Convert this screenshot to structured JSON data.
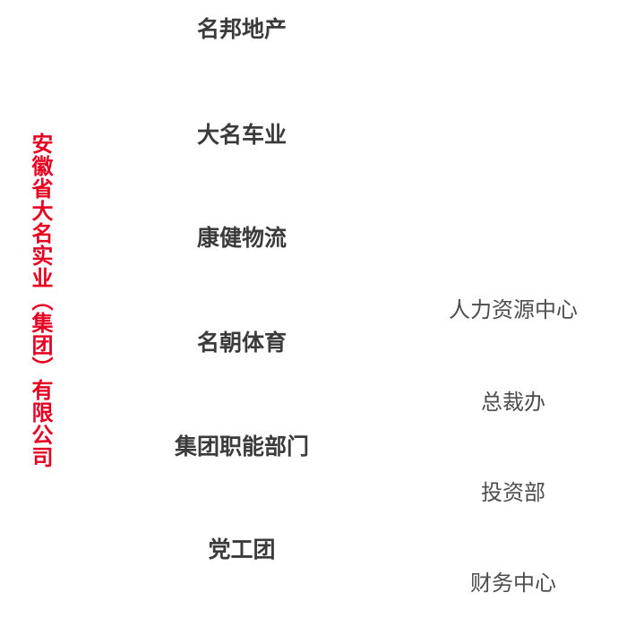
{
  "org_chart": {
    "type": "organization-chart",
    "background_color": "#ffffff",
    "company": {
      "name": "安徽省大名实业（集团）有限公司",
      "color": "#e60021",
      "orientation": "vertical"
    },
    "level1_nodes": [
      {
        "label": "名邦地产"
      },
      {
        "label": "大名车业"
      },
      {
        "label": "康健物流"
      },
      {
        "label": "名朝体育"
      },
      {
        "label": "集团职能部门"
      },
      {
        "label": "党工团"
      }
    ],
    "level1_color": "#3b3b3b",
    "level2_nodes": [
      {
        "label": "人力资源中心"
      },
      {
        "label": "总裁办"
      },
      {
        "label": "投资部"
      },
      {
        "label": "财务中心"
      }
    ],
    "level2_color": "#4d4d4d",
    "connector_lines_visible": false
  }
}
